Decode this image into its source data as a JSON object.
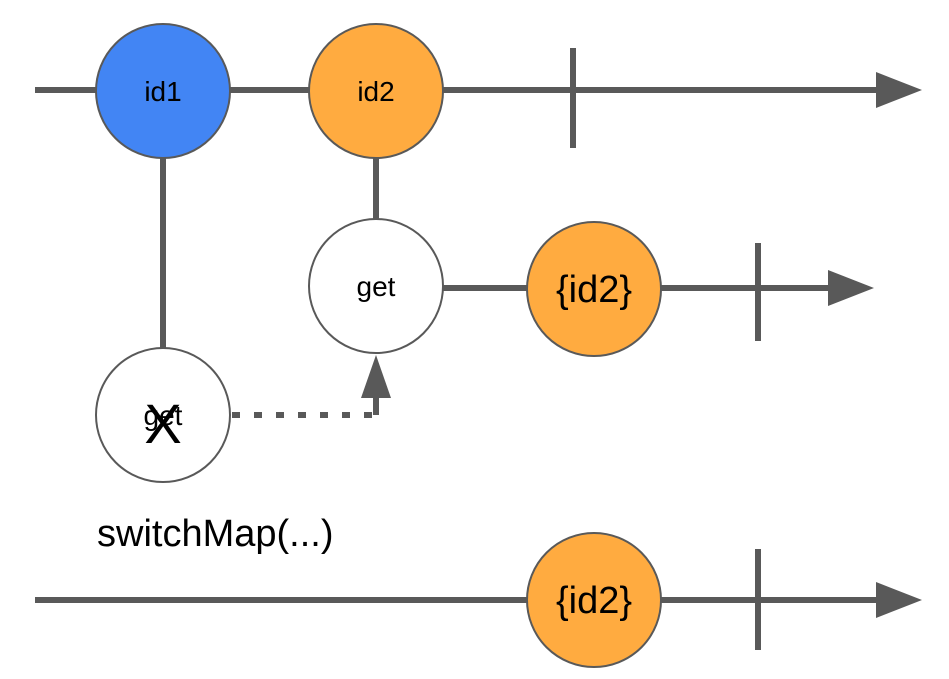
{
  "colors": {
    "line": "#595959",
    "blue": "#4285f4",
    "orange": "#ffab40",
    "white": "#ffffff"
  },
  "source": {
    "marble_id1": "id1",
    "marble_id2": "id2"
  },
  "inner": {
    "cancelled_get": "get",
    "cancel_mark": "X",
    "active_get": "get",
    "result": "{id2}"
  },
  "operator": {
    "label": "switchMap(...)"
  },
  "output": {
    "result": "{id2}"
  }
}
